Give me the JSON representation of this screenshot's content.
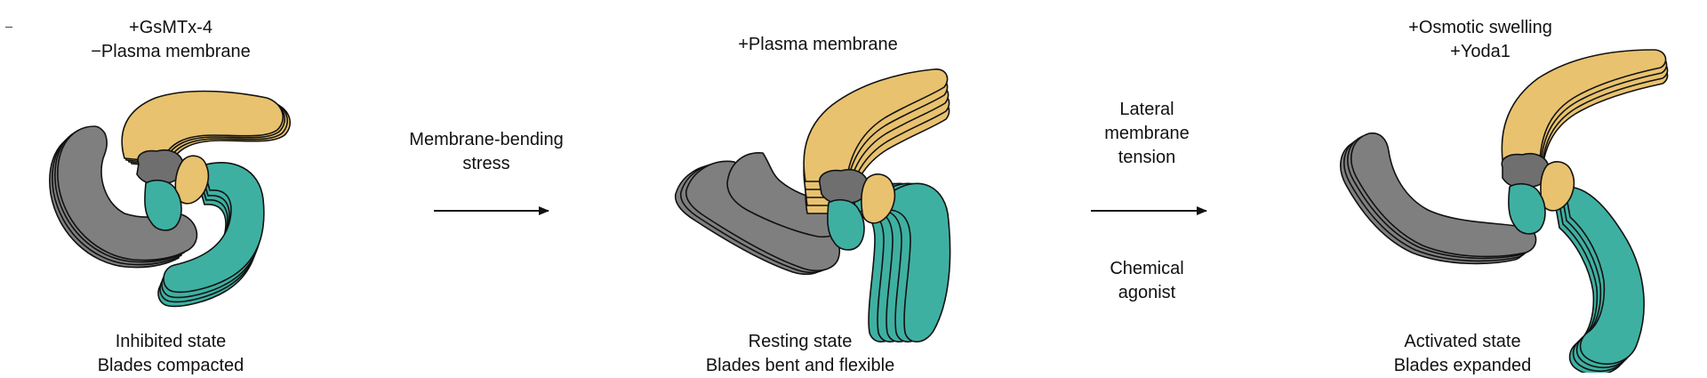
{
  "states": [
    {
      "top_labels": [
        "+GsMTx-4",
        "−Plasma membrane"
      ],
      "bottom_labels": [
        "Inhibited state",
        "Blades compacted"
      ]
    },
    {
      "top_labels": [
        "+Plasma membrane"
      ],
      "bottom_labels": [
        "Resting state",
        "Blades bent and flexible"
      ]
    },
    {
      "top_labels": [
        "+Osmotic swelling",
        "+Yoda1"
      ],
      "bottom_labels": [
        "Activated state",
        "Blades expanded"
      ]
    }
  ],
  "transitions": [
    {
      "above_labels": [
        "Membrane-bending",
        "stress"
      ],
      "below_labels": []
    },
    {
      "above_labels": [
        "Lateral",
        "membrane",
        "tension"
      ],
      "below_labels": [
        "Chemical",
        "agonist"
      ]
    }
  ],
  "colors": {
    "blade_gold": "#e8c26e",
    "blade_teal": "#3eb0a2",
    "blade_gray": "#7f7f80",
    "cap_gray": "#6f6f70",
    "outline": "#111111",
    "arrow": "#111111"
  }
}
